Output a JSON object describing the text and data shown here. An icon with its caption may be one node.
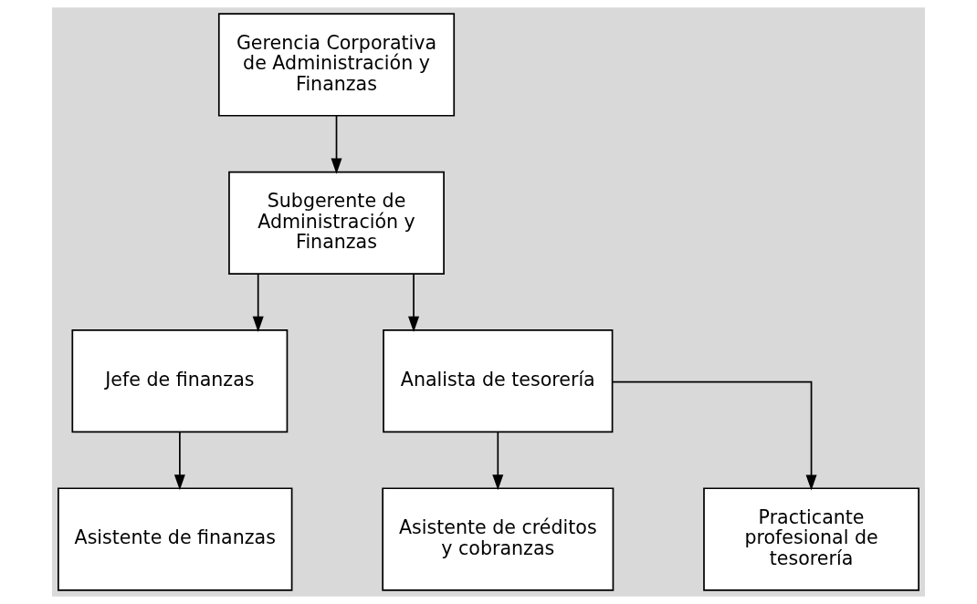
{
  "diagram": {
    "nodes": [
      {
        "text": [
          "Gerencia Corporativa de Administración y Finanzas"
        ]
      },
      {
        "text": [
          "Subgerente de Administración y Finanzas"
        ]
      },
      {
        "text": [
          "Jefe de finanzas"
        ]
      },
      {
        "text": [
          "Analista de tesorería"
        ]
      },
      {
        "text": [
          "Asistente de finanzas"
        ]
      },
      {
        "text": [
          "Asistente de créditos y cobranzas"
        ]
      },
      {
        "text": [
          "Practicante profesional de tesorería"
        ]
      }
    ],
    "edges": [
      {
        "from": 0,
        "to": 1,
        "arrow": "to"
      },
      {
        "from": 1,
        "to": 2,
        "arrow": "to"
      },
      {
        "from": 1,
        "to": 3,
        "arrow": "to"
      },
      {
        "from": 2,
        "to": 4,
        "arrow": "to"
      },
      {
        "from": 3,
        "to": 5,
        "arrow": "to"
      },
      {
        "from": 3,
        "to": 6,
        "arrow": "to"
      }
    ]
  }
}
